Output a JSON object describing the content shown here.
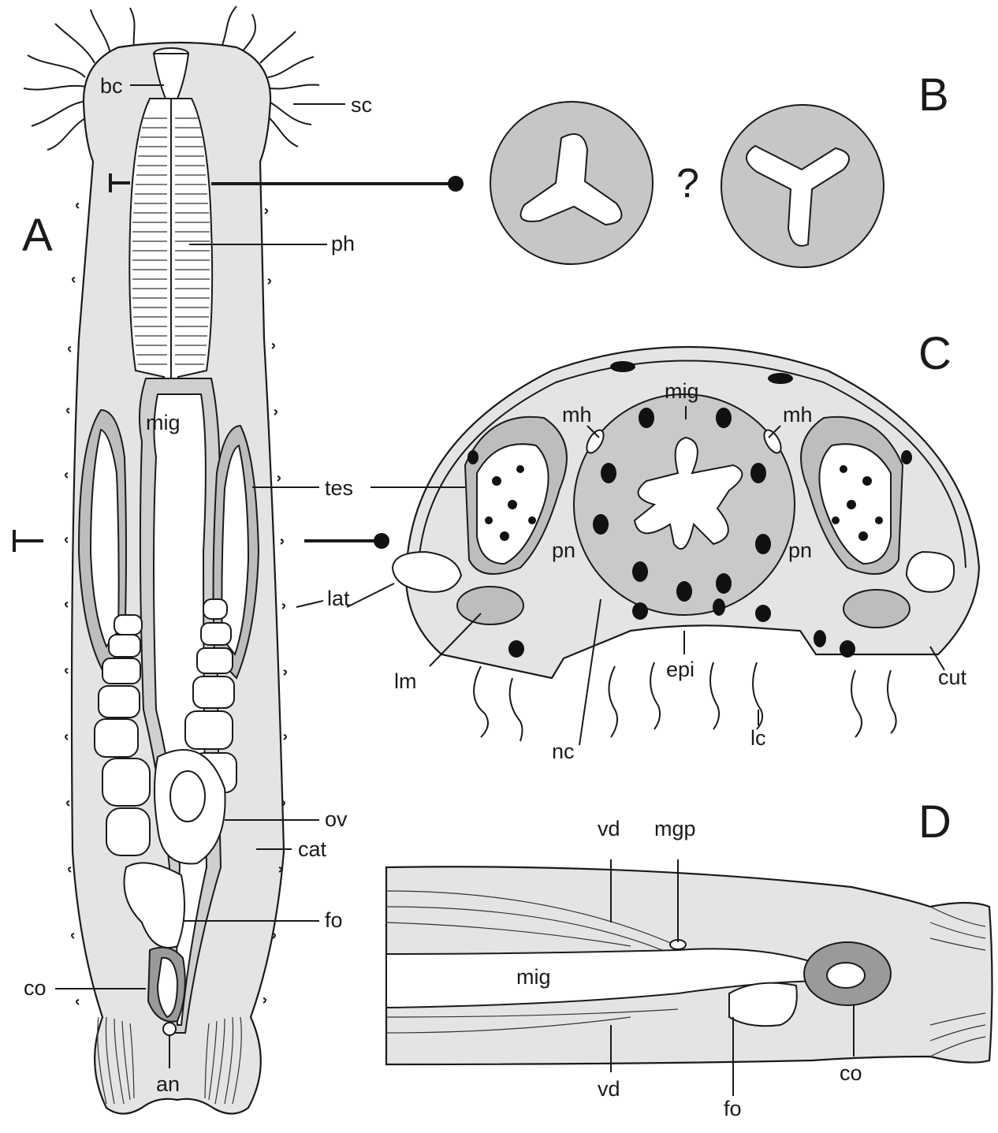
{
  "panels": {
    "a": "A",
    "b": "B",
    "c": "C",
    "d": "D"
  },
  "question_mark": "?",
  "labels_a": {
    "bc": "bc",
    "sc": "sc",
    "ph": "ph",
    "mig": "mig",
    "tes": "tes",
    "lat": "lat",
    "ov": "ov",
    "fo": "fo",
    "co": "co",
    "an": "an",
    "cat": "cat"
  },
  "labels_c": {
    "mig": "mig",
    "mh_left": "mh",
    "mh_right": "mh",
    "pn_left": "pn",
    "pn_right": "pn",
    "lm": "lm",
    "epi": "epi",
    "cut": "cut",
    "nc": "nc",
    "lc": "lc"
  },
  "labels_d": {
    "vd_top": "vd",
    "mgp": "mgp",
    "mig": "mig",
    "vd_bottom": "vd",
    "fo": "fo",
    "co": "co"
  },
  "colors": {
    "body_fill": "#e4e4e4",
    "gonad_fill": "#bdbdbd",
    "dark_fill": "#9a9a9a",
    "outline": "#1a1a1a",
    "background": "#ffffff"
  }
}
